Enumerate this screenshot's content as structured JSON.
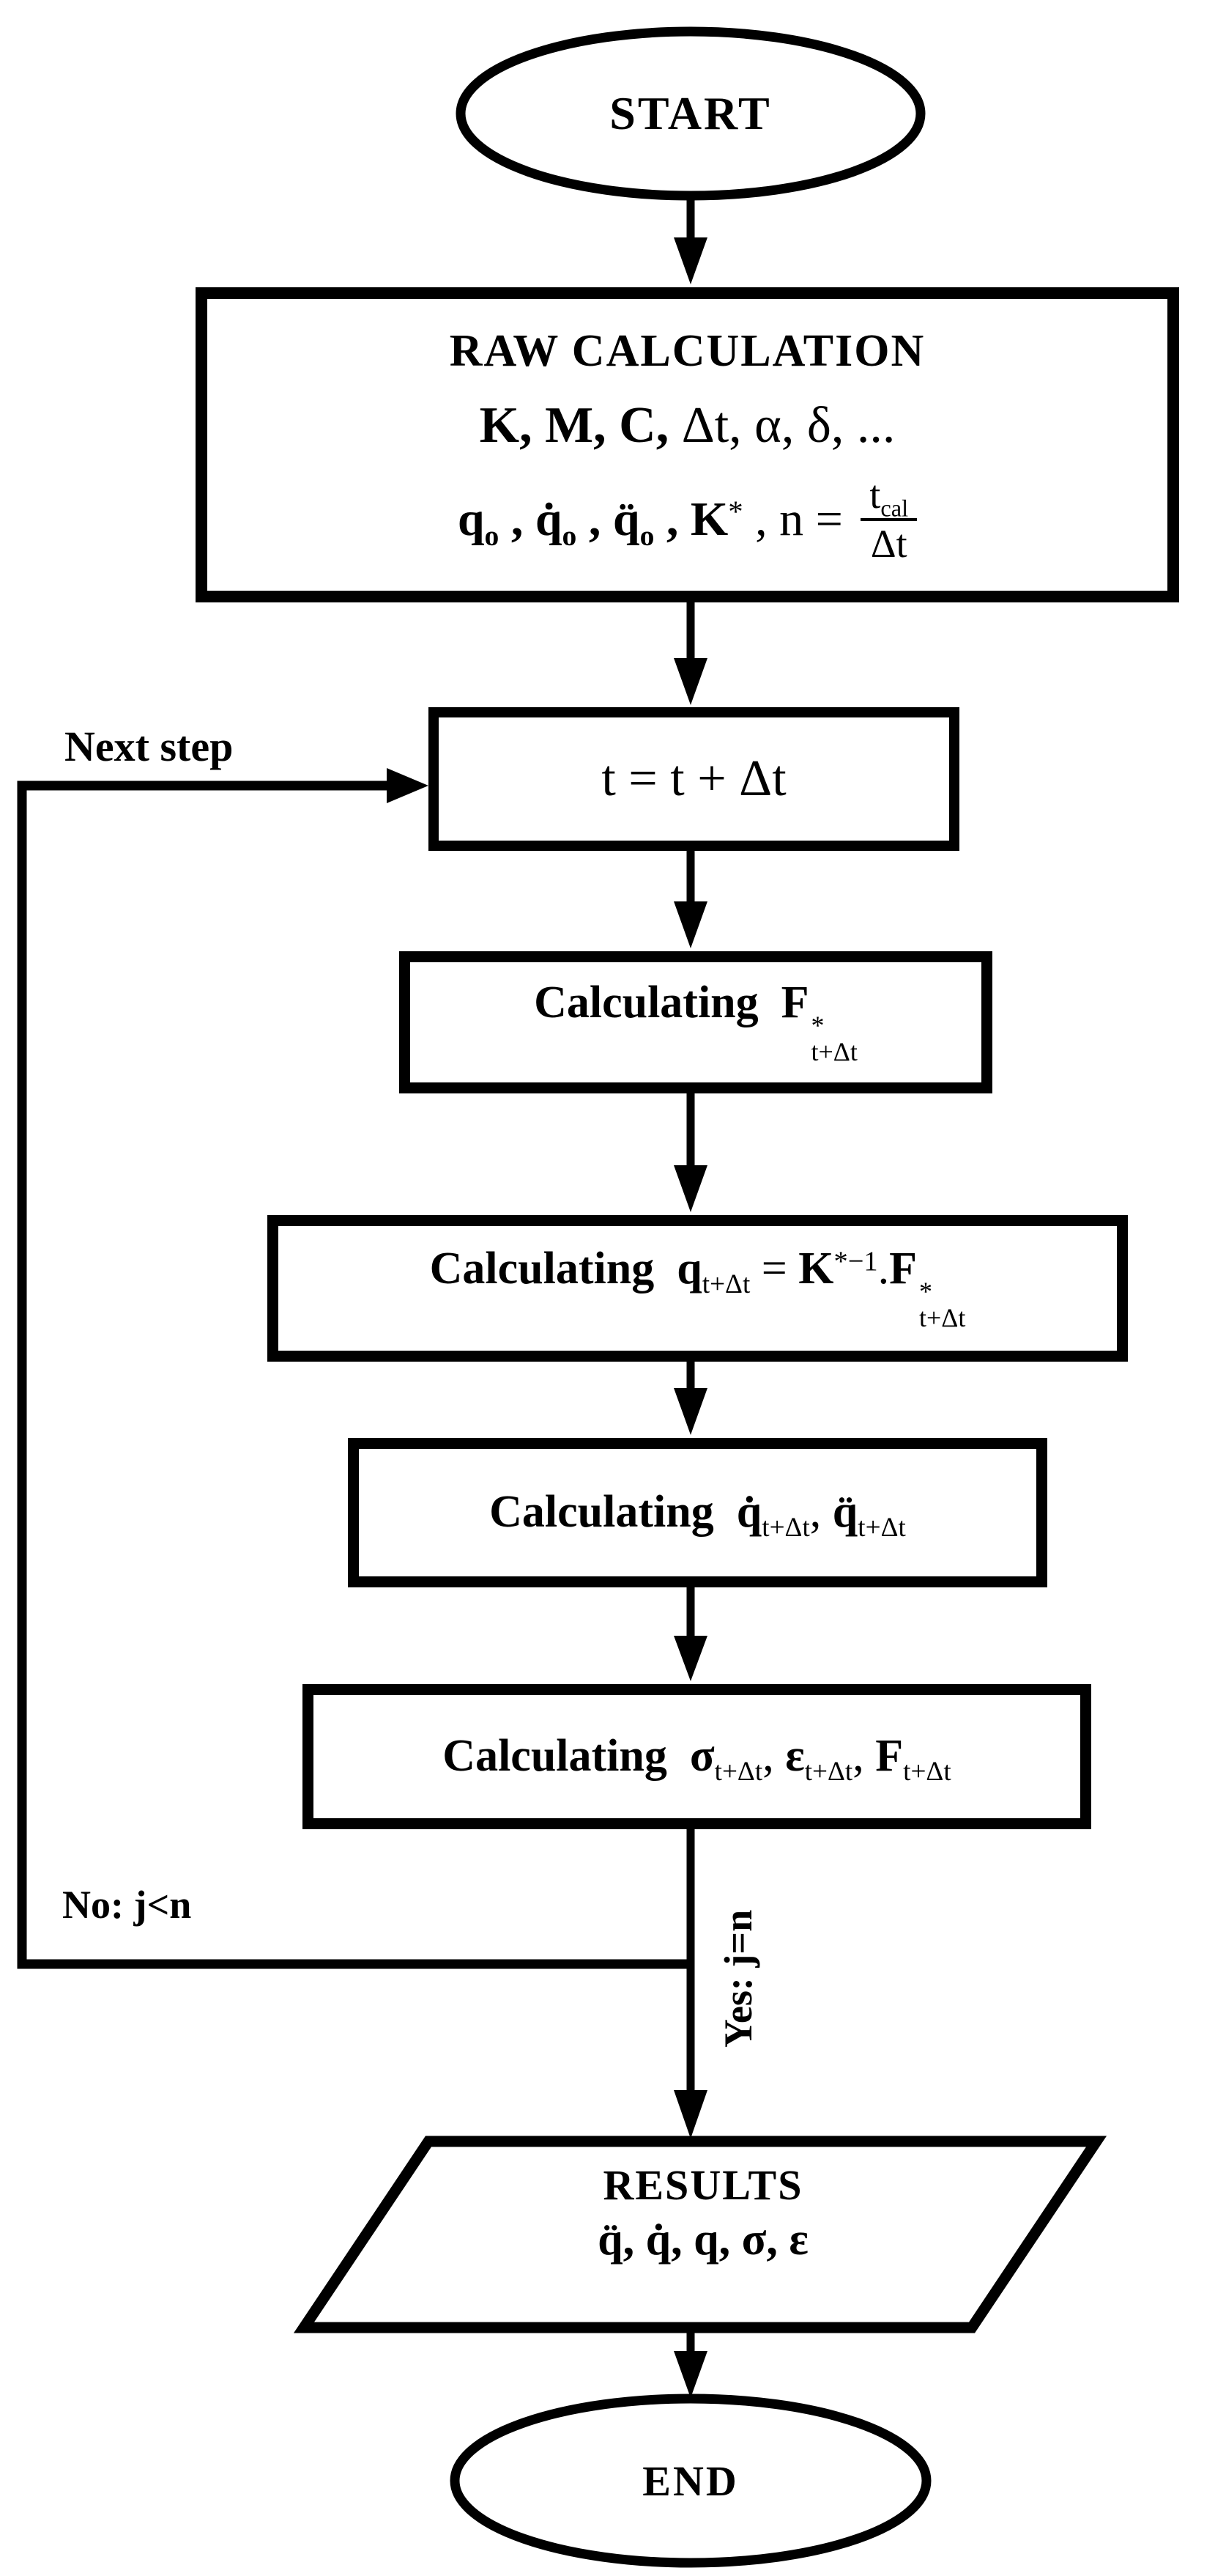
{
  "colors": {
    "background": "#ffffff",
    "ink": "#000000"
  },
  "nodes": {
    "start": {
      "label": "START"
    },
    "raw": {
      "title": "RAW CALCULATION",
      "line2": [
        {
          "t": "K, M, C,",
          "b": 1
        },
        {
          "t": " Δt, α, δ, ..."
        }
      ],
      "line3": [
        {
          "t": "q",
          "b": 1,
          "sub": "o",
          "sb": 1
        },
        {
          "t": " , ",
          "b": 1
        },
        {
          "t": "q̇",
          "b": 1,
          "sub": "o",
          "sb": 1
        },
        {
          "t": " , ",
          "b": 1
        },
        {
          "t": "q̈",
          "b": 1,
          "sub": "o",
          "sb": 1
        },
        {
          "t": " , ",
          "b": 1
        },
        {
          "t": "K",
          "b": 1,
          "sup": "*"
        },
        {
          "t": " , n = "
        },
        {
          "frac": {
            "num": "t",
            "numsub": "cal",
            "den": "Δt"
          }
        }
      ]
    },
    "step": {
      "formula": "t = t + Δt"
    },
    "calc_f": {
      "tokens": [
        {
          "t": "Calculating ",
          "b": 1
        },
        {
          "t": " F",
          "b": 1,
          "sup": "*",
          "sub": "t+Δt"
        }
      ]
    },
    "calc_q": {
      "tokens": [
        {
          "t": "Calculating ",
          "b": 1
        },
        {
          "t": " q",
          "b": 1,
          "sub": "t+Δt"
        },
        {
          "t": " = "
        },
        {
          "t": "K",
          "b": 1,
          "sup": "*−1"
        },
        {
          "t": "."
        },
        {
          "t": "F",
          "b": 1,
          "sup": "*",
          "sub": "t+Δt"
        }
      ]
    },
    "calc_qd": {
      "tokens": [
        {
          "t": "Calculating ",
          "b": 1
        },
        {
          "t": " q̇",
          "b": 1,
          "sub": "t+Δt"
        },
        {
          "t": ", "
        },
        {
          "t": "q̈",
          "b": 1,
          "sub": "t+Δt"
        }
      ]
    },
    "calc_s": {
      "tokens": [
        {
          "t": "Calculating ",
          "b": 1
        },
        {
          "t": " σ",
          "b": 1,
          "sub": "t+Δt"
        },
        {
          "t": ", "
        },
        {
          "t": "ε",
          "b": 1,
          "sub": "t+Δt"
        },
        {
          "t": ", "
        },
        {
          "t": "F",
          "b": 1,
          "sub": "t+Δt"
        }
      ]
    },
    "results": {
      "title": "RESULTS",
      "values": "q̈, q̇, q, σ, ε"
    },
    "end": {
      "label": "END"
    }
  },
  "labels": {
    "next_step": "Next step",
    "no_branch": "No: j<n",
    "yes_branch": "Yes: j=n"
  }
}
